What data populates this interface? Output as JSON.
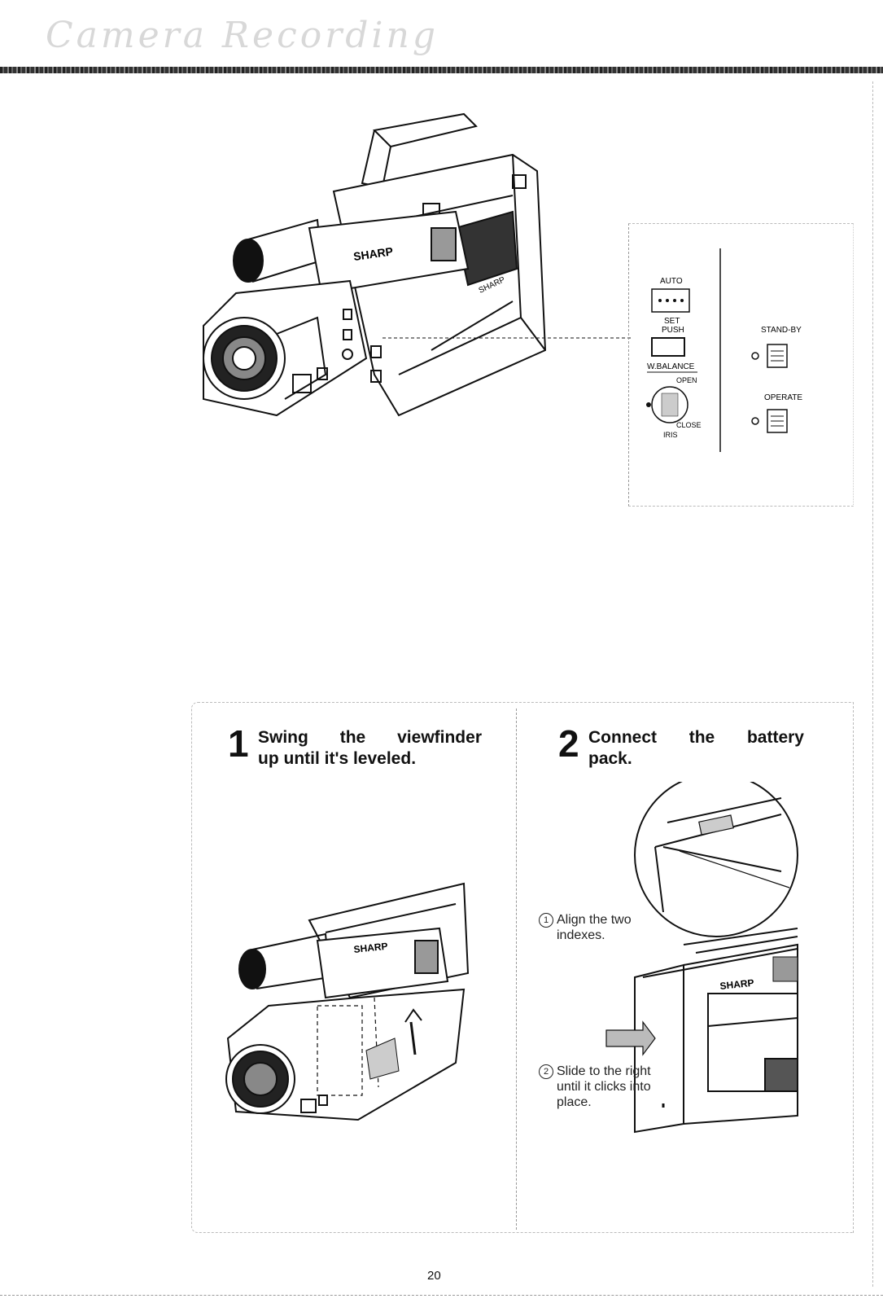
{
  "header": {
    "title": "Camera Recording"
  },
  "control_panel": {
    "auto_label": "AUTO",
    "set_label": "SET",
    "push_label": "PUSH",
    "wbalance_label": "W.BALANCE",
    "open_label": "OPEN",
    "close_label": "CLOSE",
    "iris_label": "IRIS",
    "standby_label": "STAND-BY",
    "operate_label": "OPERATE"
  },
  "camera": {
    "brand": "SHARP"
  },
  "steps": [
    {
      "number": "1",
      "line1": "Swing the viewfinder",
      "line2": "up until it's leveled."
    },
    {
      "number": "2",
      "line1": "Connect the battery",
      "line2": "pack."
    }
  ],
  "callouts": {
    "align_num": "1",
    "align_line1": "Align the two",
    "align_line2": "indexes.",
    "slide_num": "2",
    "slide_line1": "Slide to the right",
    "slide_line2": "until it clicks into",
    "slide_line3": "place."
  },
  "footer": {
    "page_number": "20"
  }
}
